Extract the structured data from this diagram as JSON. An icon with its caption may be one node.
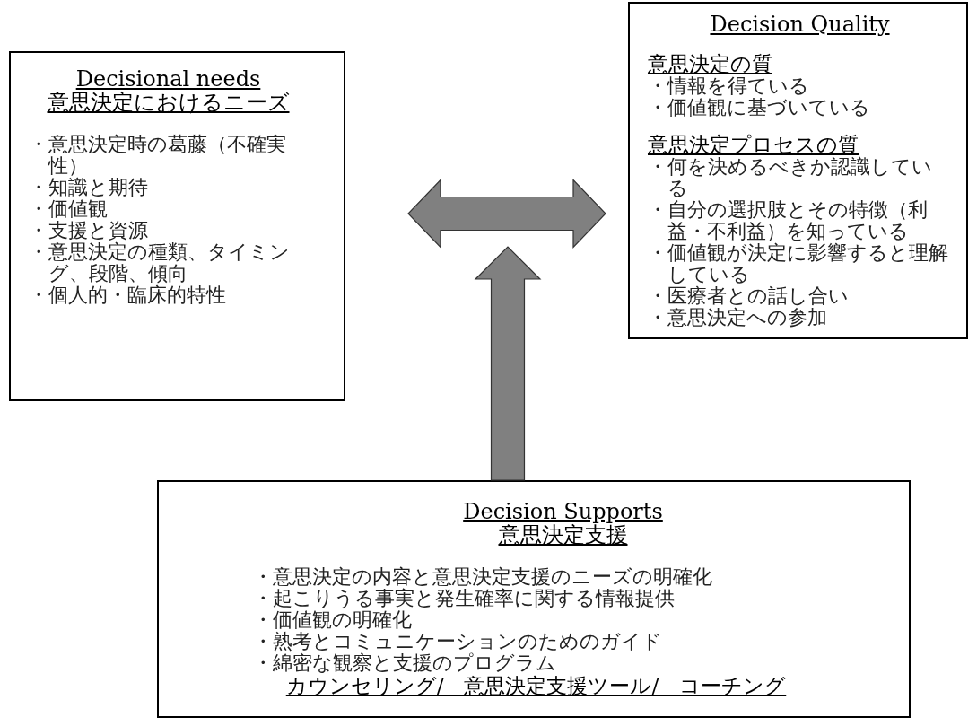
{
  "diagram": {
    "nodes": [
      {
        "text": [
          "Decisional needs",
          "意思決定におけるニーズ",
          "・意思決定時の葛藤（不確実性）",
          "・知識と期待",
          "・価値観",
          "・支援と資源",
          "・意思決定の種類、タイミング、段階、傾向",
          "・個人的・臨床的特性"
        ]
      },
      {
        "text": [
          "Decision Quality",
          "意思決定の質",
          "・情報を得ている",
          "・価値観に基づいている",
          "意思決定プロセスの質",
          "・何を決めるべきか認識している",
          "・自分の選択肢とその特徴（利益・不利益）を知っている",
          "・価値観が決定に影響すると理解している",
          "・医療者との話し合い",
          "・意思決定への参加"
        ]
      },
      {
        "text": [
          "Decision Supports",
          "意思決定支援",
          "・意思決定の内容と意思決定支援のニーズの明確化",
          "・起こりうる事実と発生確率に関する情報提供",
          "・価値観の明確化",
          "・熟考とコミュニケーションのためのガイド",
          "・綿密な観察と支援のプログラム",
          "カウンセリング/　意思決定支援ツール/　コーチング"
        ]
      }
    ],
    "edges": [
      {
        "from": 0,
        "to": 1,
        "arrow": "both"
      },
      {
        "from": 2,
        "to": null,
        "arrow": "to"
      }
    ]
  }
}
